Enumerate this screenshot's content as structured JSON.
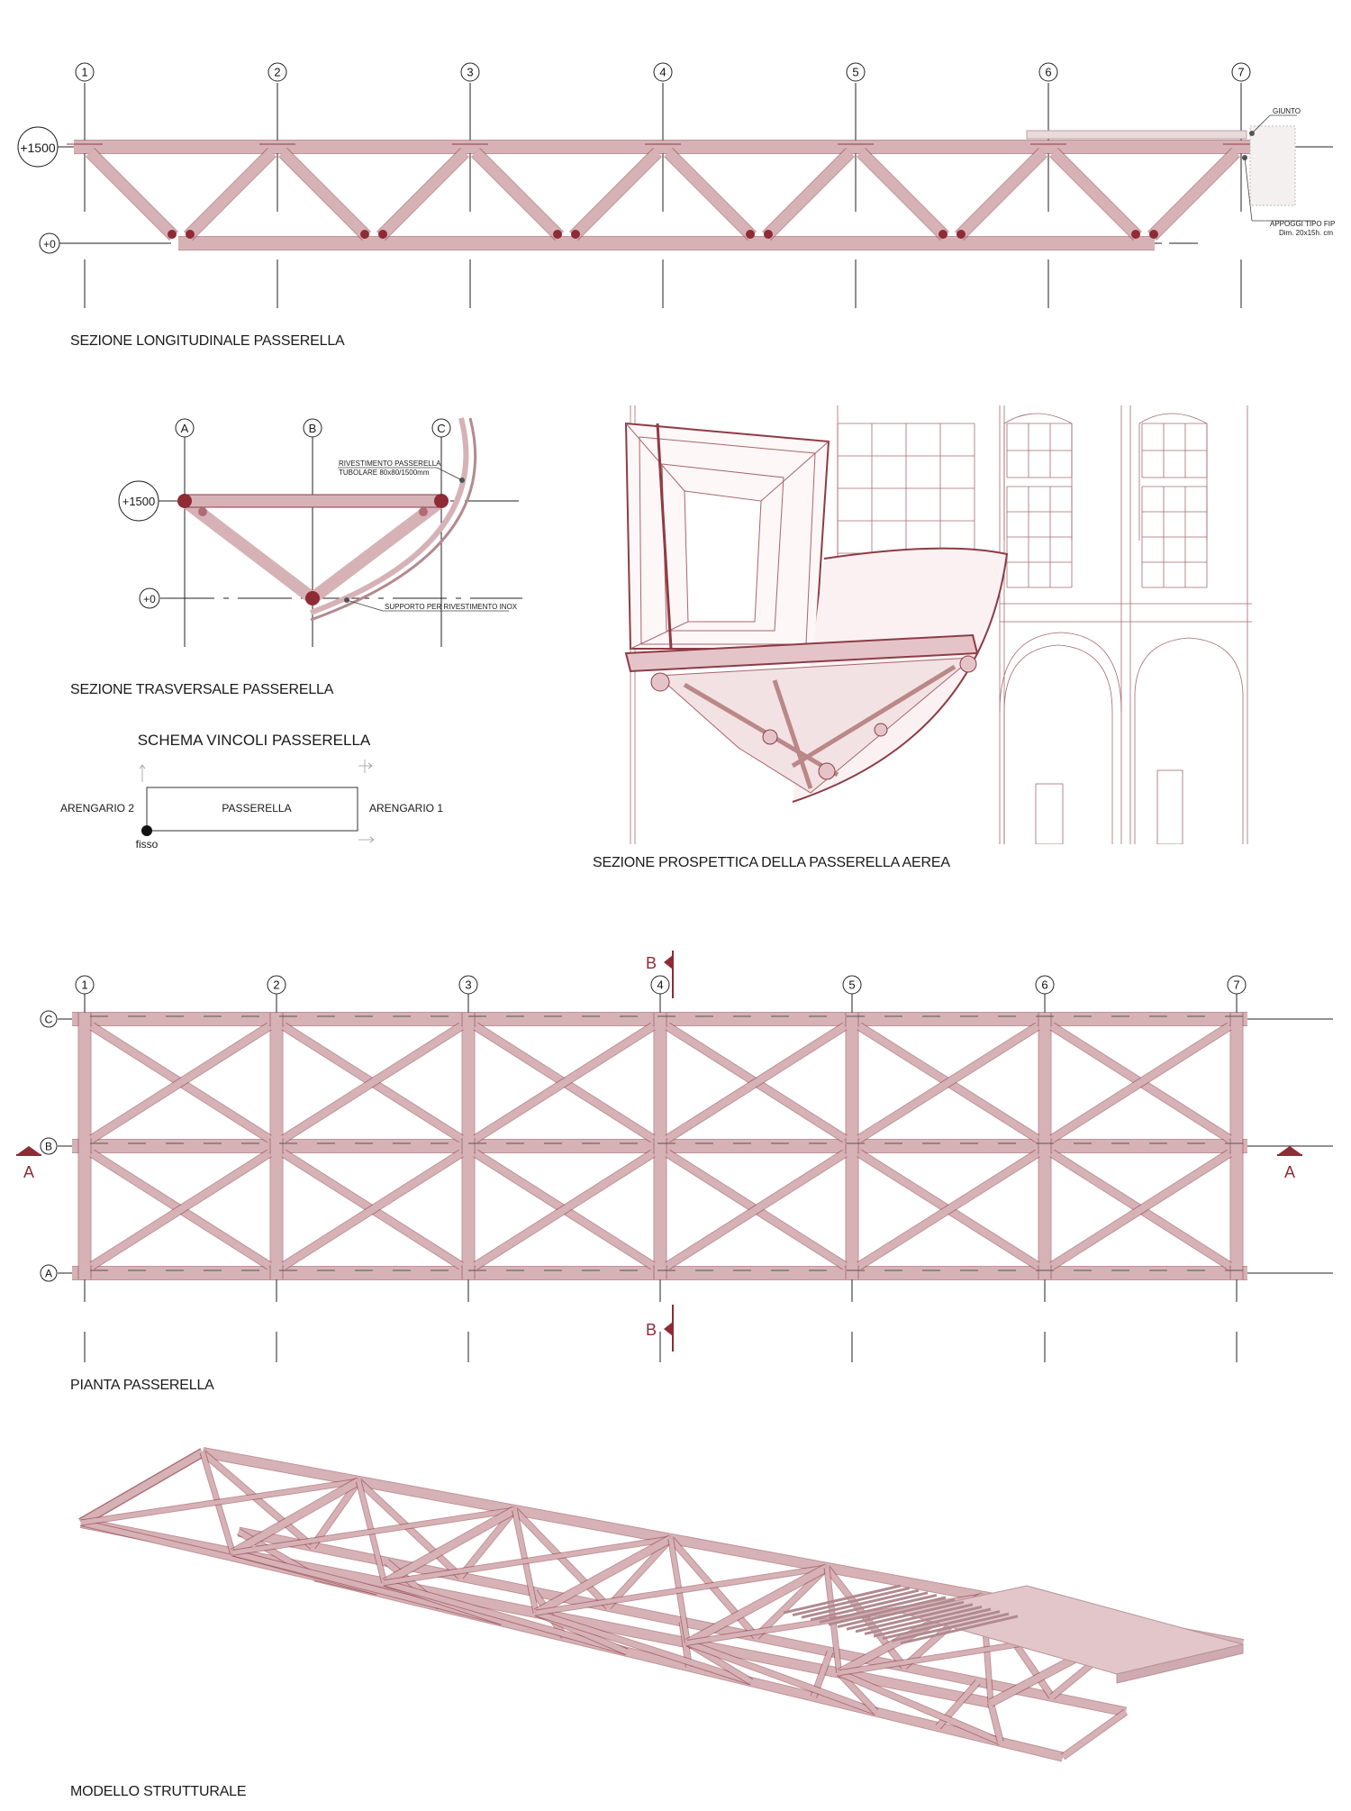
{
  "colors": {
    "member_fill": "#d6b2b6",
    "member_edge": "#8e3b45",
    "joint": "#8e2b35",
    "section_mark": "#8e2b35",
    "line": "#222222"
  },
  "longitudinal_section": {
    "caption": "SEZIONE LONGITUDINALE PASSERELLA",
    "axes": [
      "1",
      "2",
      "3",
      "4",
      "5",
      "6",
      "7"
    ],
    "level_top": "+1500",
    "level_bottom": "+0",
    "note_joint": "GIUNTO",
    "note_bearing_1": "APPOGGI TIPO FIP",
    "note_bearing_2": "Dim. 20x15h. cm"
  },
  "transverse_section": {
    "caption": "SEZIONE TRASVERSALE PASSERELLA",
    "axes": [
      "A",
      "B",
      "C"
    ],
    "level_top": "+1500",
    "level_bottom": "+0",
    "note_cladding_1": "RIVESTIMENTO PASSERELLA",
    "note_cladding_2": "TUBOLARE 80x80/1500mm",
    "note_support": "SUPPORTO PER RIVESTIMENTO INOX"
  },
  "constraint_scheme": {
    "title": "SCHEMA VINCOLI PASSERELLA",
    "left_label": "ARENGARIO 2",
    "center_label": "PASSERELLA",
    "right_label": "ARENGARIO 1",
    "fixed_label": "fisso"
  },
  "perspective_section": {
    "caption": "SEZIONE PROSPETTICA DELLA  PASSERELLA  AEREA"
  },
  "plan": {
    "caption": "PIANTA PASSERELLA",
    "axes_numbers": [
      "1",
      "2",
      "3",
      "4",
      "5",
      "6",
      "7"
    ],
    "axes_letters": [
      "C",
      "B",
      "A"
    ],
    "section_a": "A",
    "section_b": "B"
  },
  "model": {
    "caption": "MODELLO STRUTTURALE"
  }
}
